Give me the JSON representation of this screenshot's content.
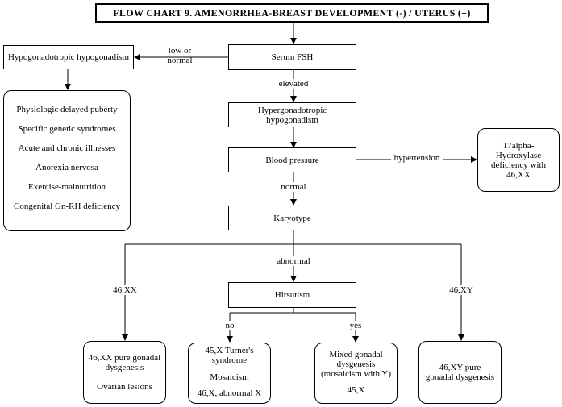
{
  "title": "FLOW CHART 9. AMENORRHEA-BREAST DEVELOPMENT (-) / UTERUS (+)",
  "nodes": {
    "serum_fsh": "Serum FSH",
    "hypogonadotropic": "Hypogonadotropic hypogonadism",
    "hypergonadotropic": "Hypergonadotropic hypogonadism",
    "blood_pressure": "Blood pressure",
    "alpha_hydroxylase": "17alpha-Hydroxylase deficiency with 46,XX",
    "karyotype": "Karyotype",
    "hirsutism": "Hirsutism"
  },
  "hypogonadotropic_causes": [
    "Physiologic delayed puberty",
    "Specific genetic syndromes",
    "Acute and chronic illnesses",
    "Anorexia nervosa",
    "Exercise-malnutrition",
    "Congenital Gn-RH deficiency"
  ],
  "outcomes": {
    "xx_pure": [
      "46,XX pure gonadal dysgenesis",
      "Ovarian lesions"
    ],
    "turner": [
      "45,X Turner's syndrome",
      "Mosaicism",
      "46,X, abnormal X"
    ],
    "mixed": [
      "Mixed gonadal dysgenesis (mosaicism with Y)",
      "45,X"
    ],
    "xy_pure": [
      "46,XY pure gonadal dysgenesis"
    ]
  },
  "edge_labels": {
    "low_or_normal": "low or normal",
    "elevated": "elevated",
    "hypertension": "hypertension",
    "normal": "normal",
    "abnormal": "abnormal",
    "xx": "46,XX",
    "xy": "46,XY",
    "no": "no",
    "yes": "yes"
  }
}
